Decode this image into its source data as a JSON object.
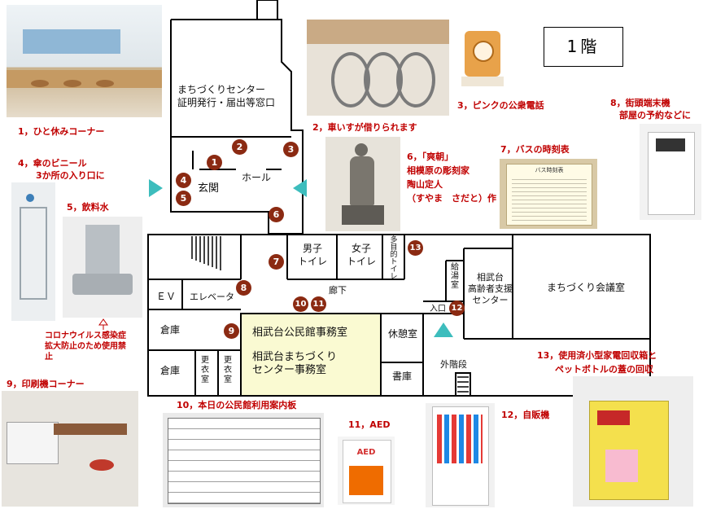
{
  "floor_label": "1階",
  "rooms": {
    "center_window": "まちづくりセンター\n証明発行・届出等窓口",
    "hall": "ホール",
    "entrance": "玄関",
    "men_toilet": "男子\nトイレ",
    "women_toilet": "女子\nトイレ",
    "multi_toilet": "多目的トイレ",
    "kyuto": "給湯室",
    "elderly_center": "相武台\n高齢者支援\nセンター",
    "meeting_room": "まちづくり会議室",
    "ev": "ＥＶ",
    "elevator": "エレベータ",
    "corridor": "廊下",
    "entrance_small": "入口",
    "storage1": "倉庫",
    "storage2": "倉庫",
    "locker1": "更\n衣\n室",
    "locker2": "更\n衣\n室",
    "office_line1": "相武台公民館事務室",
    "office_line2": "相武台まちづくり\nセンター事務室",
    "rest_room": "休憩室",
    "library": "書庫",
    "outer_stairs": "外階段"
  },
  "captions": {
    "c1": "1，ひと休みコーナー",
    "c2": "2，車いすが借りられます",
    "c3": "3，ピンクの公衆電話",
    "c4": "4，傘のビニール\n　　3か所の入り口に",
    "c5": "5，飲料水",
    "c5note": "コロナウイルス感染症\n拡大防止のため使用禁\n止",
    "c6": "6，「爽朝」\n相模原の彫刻家\n陶山定人\n（すやま　さだと）作",
    "c7": "7，バスの時刻表",
    "c8": "8，街頭端末機\n　部屋の予約などに",
    "c9": "9，印刷機コーナー",
    "c10": "10，本日の公民館利用案内板",
    "c11": "11，AED",
    "c12": "12，自販機",
    "c13": "13，使用済小型家電回収箱と\n　　ペットボトルの蓋の回収"
  },
  "markers": [
    "1",
    "2",
    "3",
    "4",
    "5",
    "6",
    "7",
    "8",
    "9",
    "10",
    "11",
    "12",
    "13"
  ],
  "photo_text": {
    "aed": "AED",
    "bus_sign": "バス時刻表"
  },
  "colors": {
    "marker": "#8b2a12",
    "caption": "#c00000",
    "office": "#fafad2",
    "arrow": "#3dbdbd"
  }
}
